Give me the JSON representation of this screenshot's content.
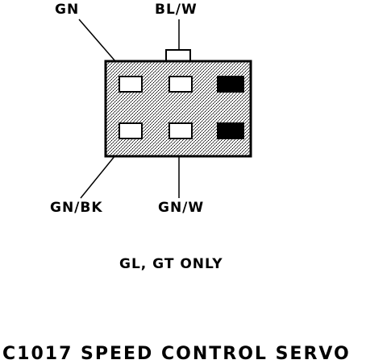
{
  "labels": {
    "top_left": "GN",
    "top_right": "BL/W",
    "bottom_left": "GN/BK",
    "bottom_right": "GN/W"
  },
  "note": "GL, GT ONLY",
  "caption": "C1017 SPEED CONTROL SERVO",
  "colors": {
    "ink": "#000000",
    "background": "#ffffff",
    "body_stipple": "#9a9a9a"
  }
}
